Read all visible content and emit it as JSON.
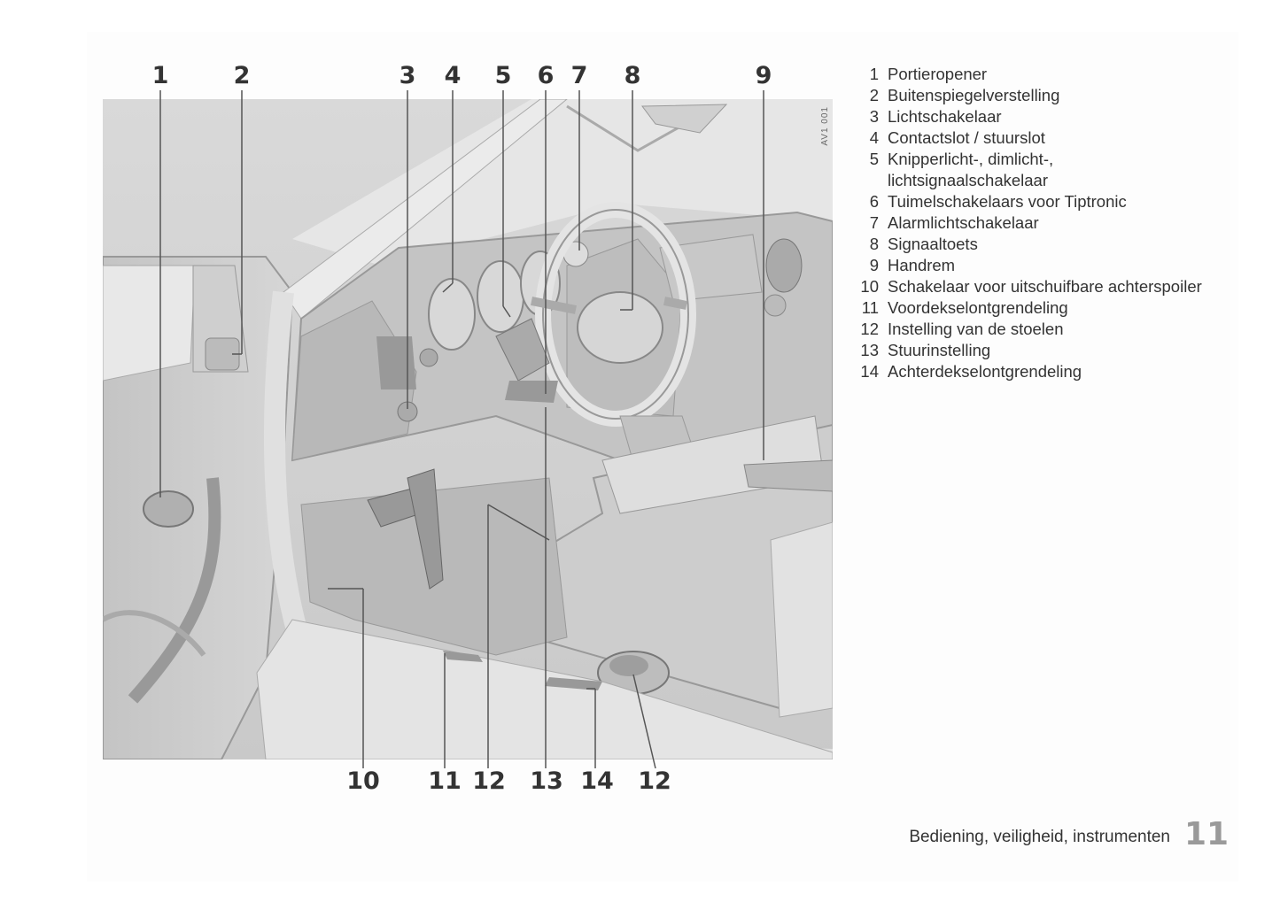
{
  "figure": {
    "code": "AV1 001",
    "top_numbers": [
      "1",
      "2",
      "3",
      "4",
      "5",
      "6",
      "7",
      "8",
      "9"
    ],
    "bottom_numbers": [
      "10",
      "11",
      "12",
      "13",
      "14",
      "12"
    ]
  },
  "legend": [
    {
      "num": "1",
      "text": "Portieropener"
    },
    {
      "num": "2",
      "text": "Buitenspiegelverstelling"
    },
    {
      "num": "3",
      "text": "Lichtschakelaar"
    },
    {
      "num": "4",
      "text": "Contactslot / stuurslot"
    },
    {
      "num": "5",
      "text": "Knipperlicht-, dimlicht-,"
    },
    {
      "num": "",
      "text": "lichtsignaalschakelaar"
    },
    {
      "num": "6",
      "text": "Tuimelschakelaars voor Tiptronic"
    },
    {
      "num": "7",
      "text": "Alarmlichtschakelaar"
    },
    {
      "num": "8",
      "text": "Signaaltoets"
    },
    {
      "num": "9",
      "text": "Handrem"
    },
    {
      "num": "10",
      "text": "Schakelaar voor uitschuifbare achterspoiler"
    },
    {
      "num": "11",
      "text": "Voordekselontgrendeling"
    },
    {
      "num": "12",
      "text": "Instelling van de stoelen"
    },
    {
      "num": "13",
      "text": "Stuurinstelling"
    },
    {
      "num": "14",
      "text": "Achterdekselontgrendeling"
    }
  ],
  "footer": {
    "section": "Bediening, veiligheid, instrumenten",
    "page_number": "11"
  }
}
